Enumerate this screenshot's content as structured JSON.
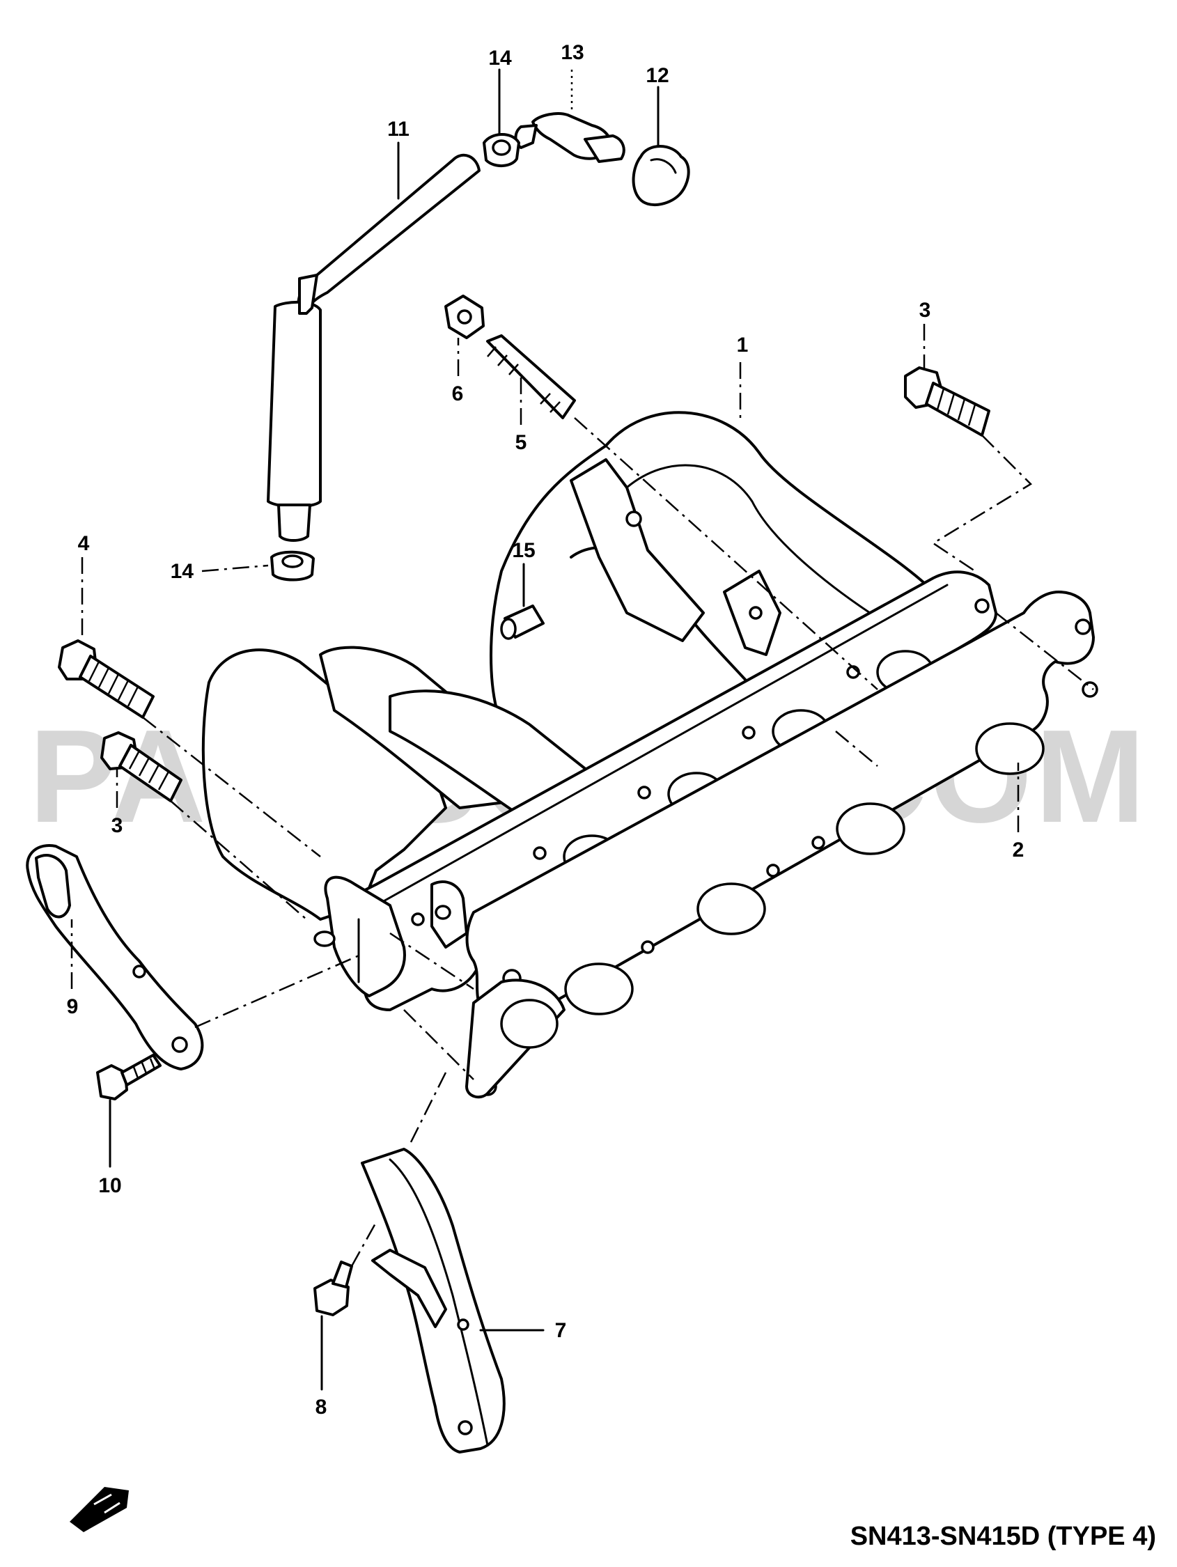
{
  "diagram": {
    "model_label": "SN413-SN415D (TYPE 4)",
    "watermark": "PARTSOUQ.COM",
    "callouts": [
      {
        "id": "c1",
        "label": "1"
      },
      {
        "id": "c2",
        "label": "2"
      },
      {
        "id": "c3a",
        "label": "3"
      },
      {
        "id": "c3b",
        "label": "3"
      },
      {
        "id": "c4",
        "label": "4"
      },
      {
        "id": "c5",
        "label": "5"
      },
      {
        "id": "c6",
        "label": "6"
      },
      {
        "id": "c7",
        "label": "7"
      },
      {
        "id": "c8",
        "label": "8"
      },
      {
        "id": "c9",
        "label": "9"
      },
      {
        "id": "c10",
        "label": "10"
      },
      {
        "id": "c11",
        "label": "11"
      },
      {
        "id": "c12",
        "label": "12"
      },
      {
        "id": "c13",
        "label": "13"
      },
      {
        "id": "c14a",
        "label": "14"
      },
      {
        "id": "c14b",
        "label": "14"
      },
      {
        "id": "c15",
        "label": "15"
      }
    ]
  }
}
